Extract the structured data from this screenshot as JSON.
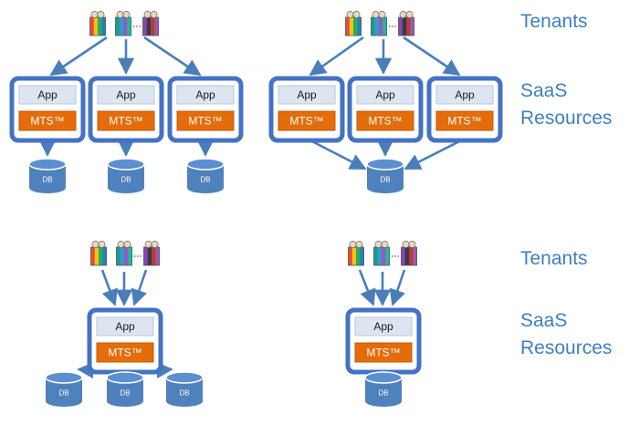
{
  "labels": {
    "tenants": "Tenants",
    "saas": "SaaS",
    "resources": "Resources"
  },
  "node_text": {
    "app": "App",
    "mts": "MTS™",
    "db": "DB"
  },
  "colors": {
    "accent_blue": "#4a7ebb",
    "box_border": "#4472c4",
    "app_fill": "#dde5f1",
    "mts_fill": "#e46c0a",
    "db_fill": "#4f81bd",
    "label_blue": "#3f7fbf"
  },
  "icons": {
    "tenant": "tenant-group-icon",
    "database": "database-icon"
  },
  "quadrants": [
    {
      "name": "top-left",
      "apps": 3,
      "dbs": 3
    },
    {
      "name": "top-right",
      "apps": 3,
      "dbs": 1
    },
    {
      "name": "bottom-left",
      "apps": 1,
      "dbs": 3
    },
    {
      "name": "bottom-right",
      "apps": 1,
      "dbs": 1
    }
  ]
}
